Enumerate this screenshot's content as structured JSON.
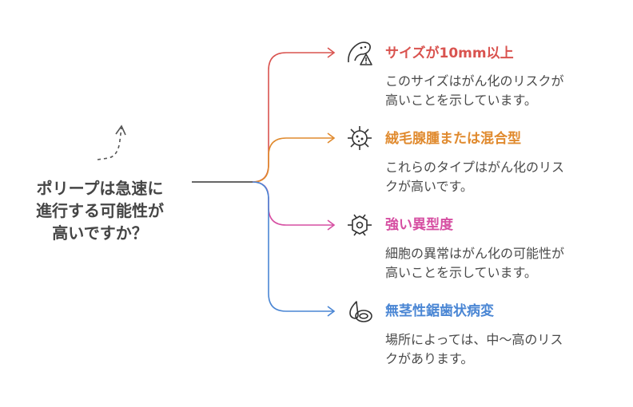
{
  "center": {
    "lines": [
      "ポリープは急速に",
      "進行する可能性が",
      "高いですか？"
    ]
  },
  "items": [
    {
      "title": "サイズが10mm以上",
      "desc_lines": [
        "このサイズはがん化のリスクが",
        "高いことを示しています。"
      ],
      "color": "#d9534f",
      "icon": "polyp-warning-icon"
    },
    {
      "title": "絨毛腺腫または混合型",
      "desc_lines": [
        "これらのタイプはがん化のリス",
        "クが高いです。"
      ],
      "color": "#e08a2e",
      "icon": "cell-virus-icon"
    },
    {
      "title": "強い異型度",
      "desc_lines": [
        "細胞の異常はがん化の可能性が",
        "高いことを示しています。"
      ],
      "color": "#d64fa2",
      "icon": "hexagon-cell-icon"
    },
    {
      "title": "無茎性鋸歯状病変",
      "desc_lines": [
        "場所によっては、中〜高のリス",
        "クがあります。"
      ],
      "color": "#4a86d4",
      "icon": "lesion-icon"
    }
  ],
  "colors": {
    "center_line": "#333333",
    "arrow_gray": "#555555"
  }
}
